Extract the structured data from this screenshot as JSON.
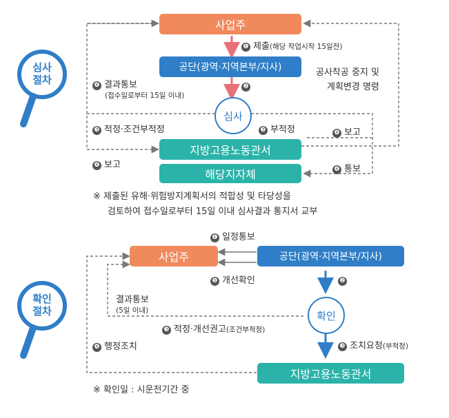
{
  "review": {
    "side_label_line1": "심사",
    "side_label_line2": "절차",
    "employer": "사업주",
    "agency": "공단(광역·지역본부/지사)",
    "center": "심사",
    "labor_office": "지방고용노동관서",
    "local_gov": "해당지자체",
    "step1_num": "❶",
    "step1_label": "제출",
    "step1_sub": "(해당 작업시작 15일전)",
    "step2_num": "❷",
    "result_num": "❹",
    "result_label": "결과통보",
    "result_sub": "(접수일로부터 15일 이내)",
    "stop_line1": "공사착공 중지 및",
    "stop_line2": "계획변경 명령",
    "approve_num": "❸",
    "approve_label": "적정·조건부적정",
    "reject_num": "❸",
    "reject_label": "부적정",
    "report_right_num": "❹",
    "report_right_label": "보고",
    "report_left_num": "❹",
    "report_left_label": "보고",
    "notify_num": "❹",
    "notify_label": "통보",
    "note_line1": "※  제출된 유해·위험방지계획서의 적합성 및 타당성을",
    "note_line2": "검토하여 접수일로부터 15일 이내 심사결과 통지서 교부"
  },
  "confirm": {
    "side_label_line1": "확인",
    "side_label_line2": "절차",
    "employer": "사업주",
    "agency": "공단(광역·지역본부/지사)",
    "center": "확인",
    "labor_office": "지방고용노동관서",
    "schedule_num": "❶",
    "schedule_label": "일정통보",
    "improve_num": "❺",
    "improve_label": "개선확인",
    "step2_num": "❷",
    "result_label": "결과통보",
    "result_sub": "(5일 이내)",
    "approve_num": "❸",
    "approve_label": "적정·개선권고",
    "approve_sub": "(조건부적정)",
    "action_num": "❸",
    "action_label": "조치요청",
    "action_sub": "(부적정)",
    "admin_num": "❹",
    "admin_label": "행정조치",
    "note": "※  확인일 : 시운전기간 중"
  },
  "colors": {
    "employer": "#f08a5d",
    "agency": "#2f7ec7",
    "office": "#2bb3a9",
    "arrow_pink": "#e8707a",
    "arrow_blue": "#2f7ec7",
    "dash": "#777777"
  }
}
